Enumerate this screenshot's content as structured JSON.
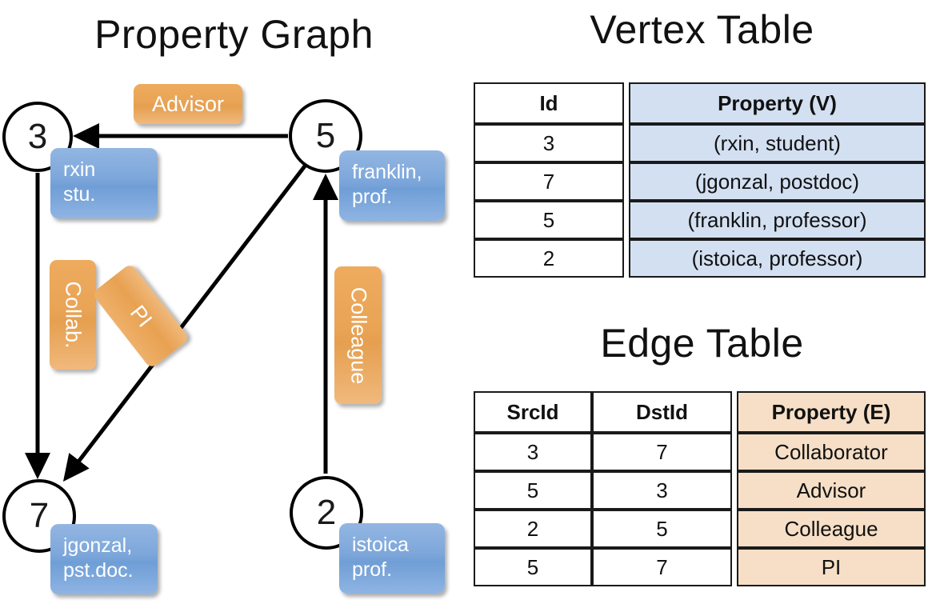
{
  "titles": {
    "property_graph": "Property Graph",
    "vertex_table": "Vertex Table",
    "edge_table": "Edge Table"
  },
  "graph": {
    "nodes": [
      {
        "id": "3",
        "label": "3",
        "property": "rxin\nstu."
      },
      {
        "id": "5",
        "label": "5",
        "property": "franklin,\nprof."
      },
      {
        "id": "7",
        "label": "7",
        "property": "jgonzal,\npst.doc."
      },
      {
        "id": "2",
        "label": "2",
        "property": "istoica\nprof."
      }
    ],
    "edge_labels": [
      {
        "name": "advisor",
        "text": "Advisor"
      },
      {
        "name": "collab",
        "text": "Collab."
      },
      {
        "name": "pi",
        "text": "PI"
      },
      {
        "name": "colleague",
        "text": "Colleague"
      }
    ]
  },
  "vertex_table": {
    "headers": [
      "Id",
      "Property (V)"
    ],
    "rows": [
      {
        "id": "3",
        "property": "(rxin, student)"
      },
      {
        "id": "7",
        "property": "(jgonzal, postdoc)"
      },
      {
        "id": "5",
        "property": "(franklin, professor)"
      },
      {
        "id": "2",
        "property": "(istoica, professor)"
      }
    ]
  },
  "edge_table": {
    "headers": [
      "SrcId",
      "DstId",
      "Property (E)"
    ],
    "rows": [
      {
        "src": "3",
        "dst": "7",
        "property": "Collaborator"
      },
      {
        "src": "5",
        "dst": "3",
        "property": "Advisor"
      },
      {
        "src": "2",
        "dst": "5",
        "property": "Colleague"
      },
      {
        "src": "5",
        "dst": "7",
        "property": "PI"
      }
    ]
  },
  "colors": {
    "vertex_property_fill": "#d3e0f2",
    "edge_property_fill": "#f6dfc6",
    "node_box_blue": "#7ca6da",
    "edge_label_orange": "#e9a456",
    "stroke": "#1a1a1a"
  }
}
